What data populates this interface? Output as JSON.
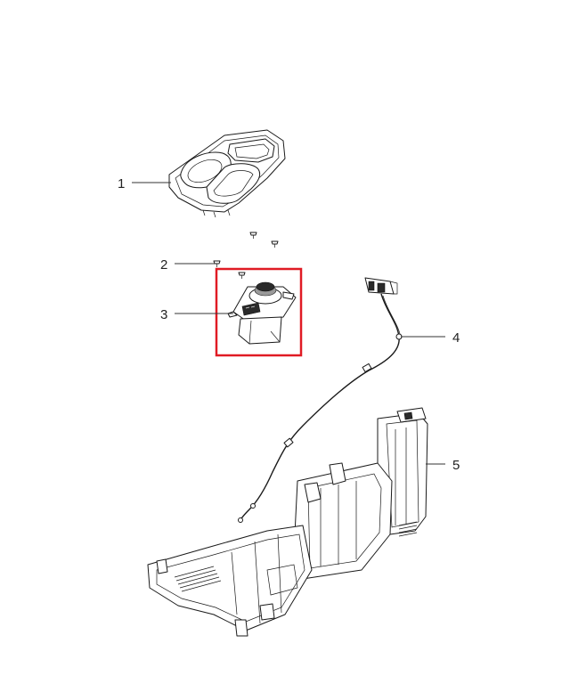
{
  "callouts": [
    {
      "id": "1",
      "label": "1",
      "part": "bezel-trim"
    },
    {
      "id": "2",
      "label": "2",
      "part": "screws"
    },
    {
      "id": "3",
      "label": "3",
      "part": "shifter-module"
    },
    {
      "id": "4",
      "label": "4",
      "part": "shift-cable"
    },
    {
      "id": "5",
      "label": "5",
      "part": "console-bracket"
    }
  ],
  "highlight": {
    "target_callout": "3",
    "color": "#e01b24"
  },
  "colors": {
    "line": "#1a1a1a",
    "background": "#ffffff"
  }
}
